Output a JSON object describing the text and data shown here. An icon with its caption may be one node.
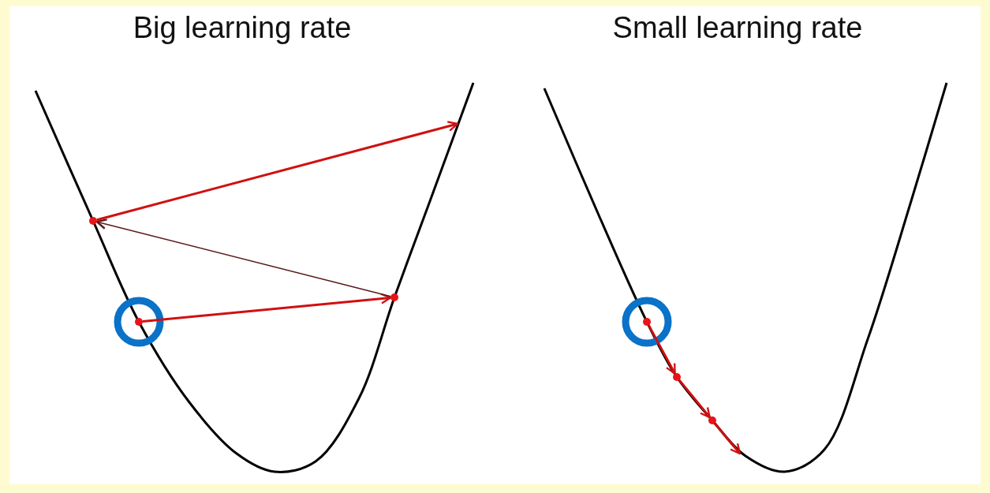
{
  "diagram": {
    "nodes": [
      {
        "text": [],
        "shape": "circle"
      },
      {
        "text": [],
        "shape": "circle"
      },
      {
        "text": [],
        "shape": "circle"
      },
      {
        "text": [],
        "shape": "circle"
      },
      {
        "text": [],
        "shape": "circle"
      },
      {
        "text": [],
        "shape": "circle"
      }
    ],
    "edges": [
      {
        "from": 0,
        "to": 1,
        "arrow": "to"
      },
      {
        "from": 1,
        "to": 2,
        "arrow": "to",
        "color": "#5a1a1a"
      },
      {
        "from": 2,
        "to": null,
        "arrow": "to"
      },
      {
        "from": 3,
        "to": 4,
        "arrow": "to"
      },
      {
        "from": 4,
        "to": 5,
        "arrow": "to"
      },
      {
        "from": 5,
        "to": null,
        "arrow": "to"
      }
    ],
    "labels": [
      "Big learning rate",
      "Small learning rate"
    ]
  }
}
